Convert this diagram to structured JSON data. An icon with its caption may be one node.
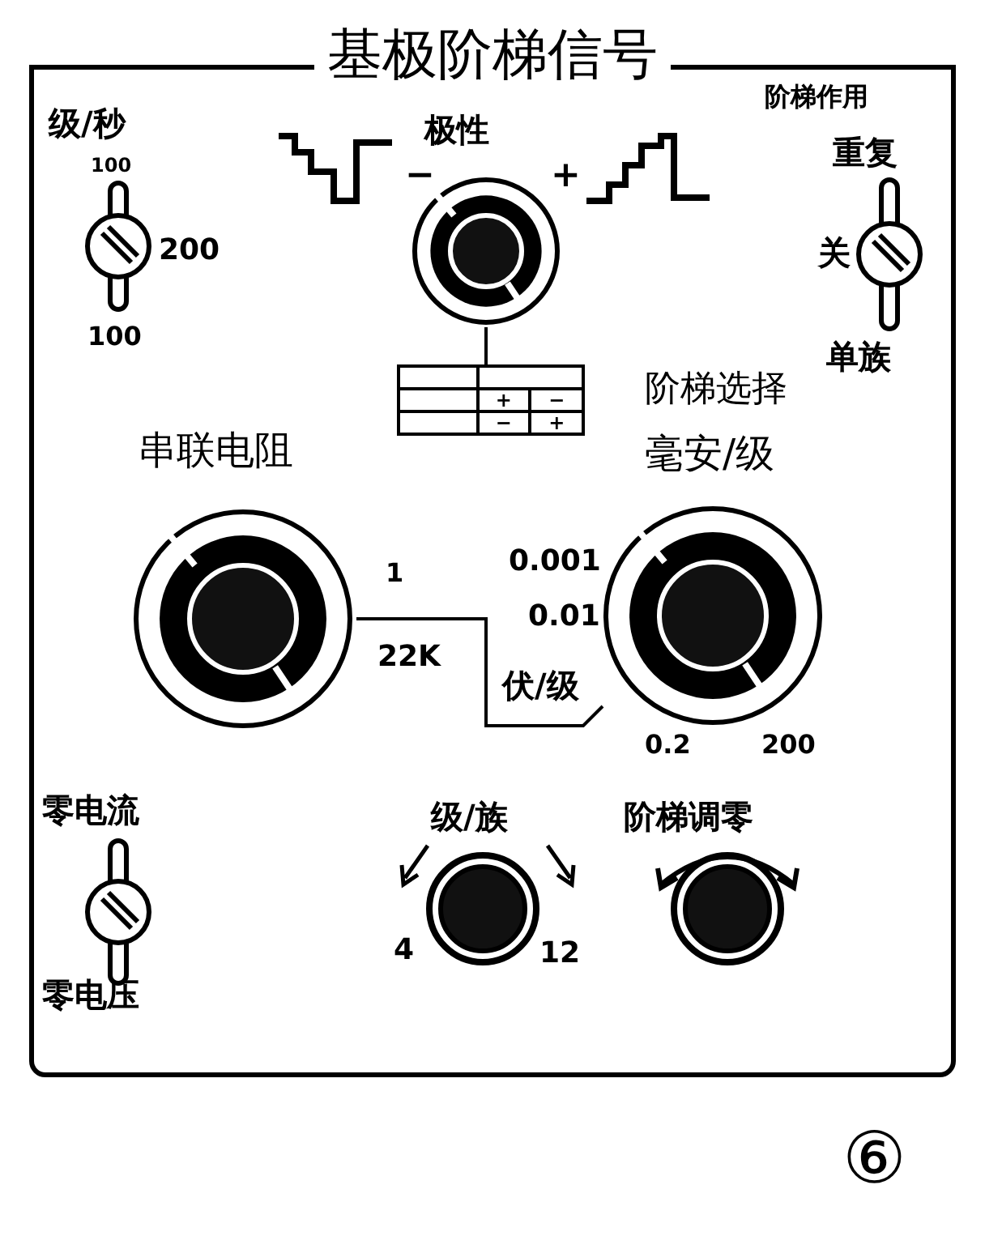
{
  "diagram": {
    "caption": "⑥",
    "nodes": [
      {
        "text": [
          "基极阶梯信号"
        ]
      },
      {
        "text": [
          "极性"
        ],
        "in": 0
      },
      {
        "text": [
          "+",
          "−",
          "−",
          "+"
        ],
        "in": 0
      },
      {
        "text": [
          "串联电阻"
        ],
        "in": 0
      },
      {
        "text": [
          "阶梯选择",
          "毫安/级"
        ],
        "in": 0
      }
    ],
    "edges": [
      {
        "from": 1,
        "to": 2,
        "arrow": "none"
      },
      {
        "from": 3,
        "to": 4,
        "arrow": "none"
      }
    ],
    "labels": [
      "级/秒",
      "阶梯作用",
      "100",
      "重复",
      "−",
      "+",
      "200",
      "关",
      "100",
      "单族",
      "1",
      "0.001",
      "0.01",
      "22K",
      "伏/级",
      "0.2",
      "200",
      "零电流",
      "级/族",
      "阶梯调零",
      "4",
      "12",
      "零电压"
    ]
  }
}
